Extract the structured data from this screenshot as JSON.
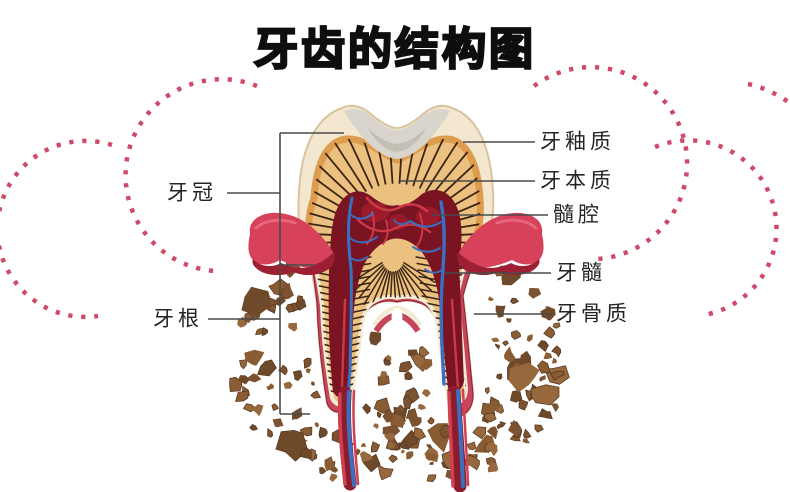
{
  "title": "牙齿的结构图",
  "labels": {
    "crown": "牙冠",
    "root": "牙根",
    "enamel": "牙釉质",
    "dentin": "牙本质",
    "pulp_cavity": "髓腔",
    "pulp": "牙髓",
    "cementum": "牙骨质"
  },
  "colors": {
    "dotted_arc_pink": "#d04a68",
    "enamel_cream": "#f3e8cf",
    "cusp_grey": "#d9d5cd",
    "junction_orange": "#de9c4e",
    "dentin_tan": "#ecc07e",
    "striation_brown": "#3a2413",
    "pulp_maroon": "#7a1322",
    "vessel_blue": "#3a6fc1",
    "vessel_red": "#c93a48",
    "cementum_red": "#c5455b",
    "gum_red": "#d8415a",
    "gum_shadow": "#9c1f33",
    "bone_brown": "#7c5230",
    "leader_line_grey": "#4a4a4a"
  }
}
